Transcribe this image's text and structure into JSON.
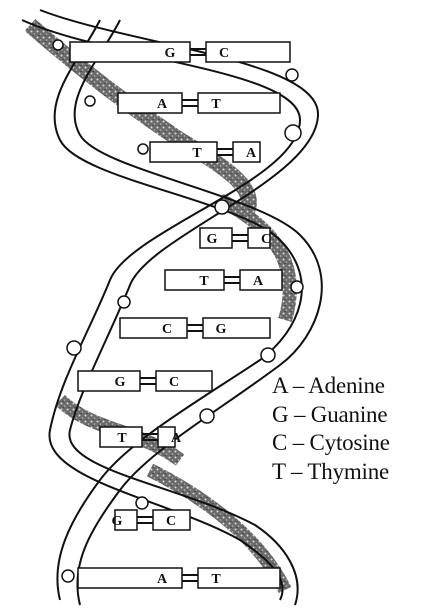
{
  "diagram": {
    "base_pairs": [
      {
        "left": "G",
        "right": "C"
      },
      {
        "left": "A",
        "right": "T"
      },
      {
        "left": "T",
        "right": "A"
      },
      {
        "left": "G",
        "right": "C"
      },
      {
        "left": "T",
        "right": "A"
      },
      {
        "left": "C",
        "right": "G"
      },
      {
        "left": "G",
        "right": "C"
      },
      {
        "left": "T",
        "right": "A"
      },
      {
        "left": "G",
        "right": "C"
      },
      {
        "left": "A",
        "right": "T"
      }
    ]
  },
  "legend": {
    "items": [
      {
        "text": "A – Adenine"
      },
      {
        "text": "G – Guanine"
      },
      {
        "text": "C – Cytosine"
      },
      {
        "text": "T – Thymine"
      }
    ]
  }
}
